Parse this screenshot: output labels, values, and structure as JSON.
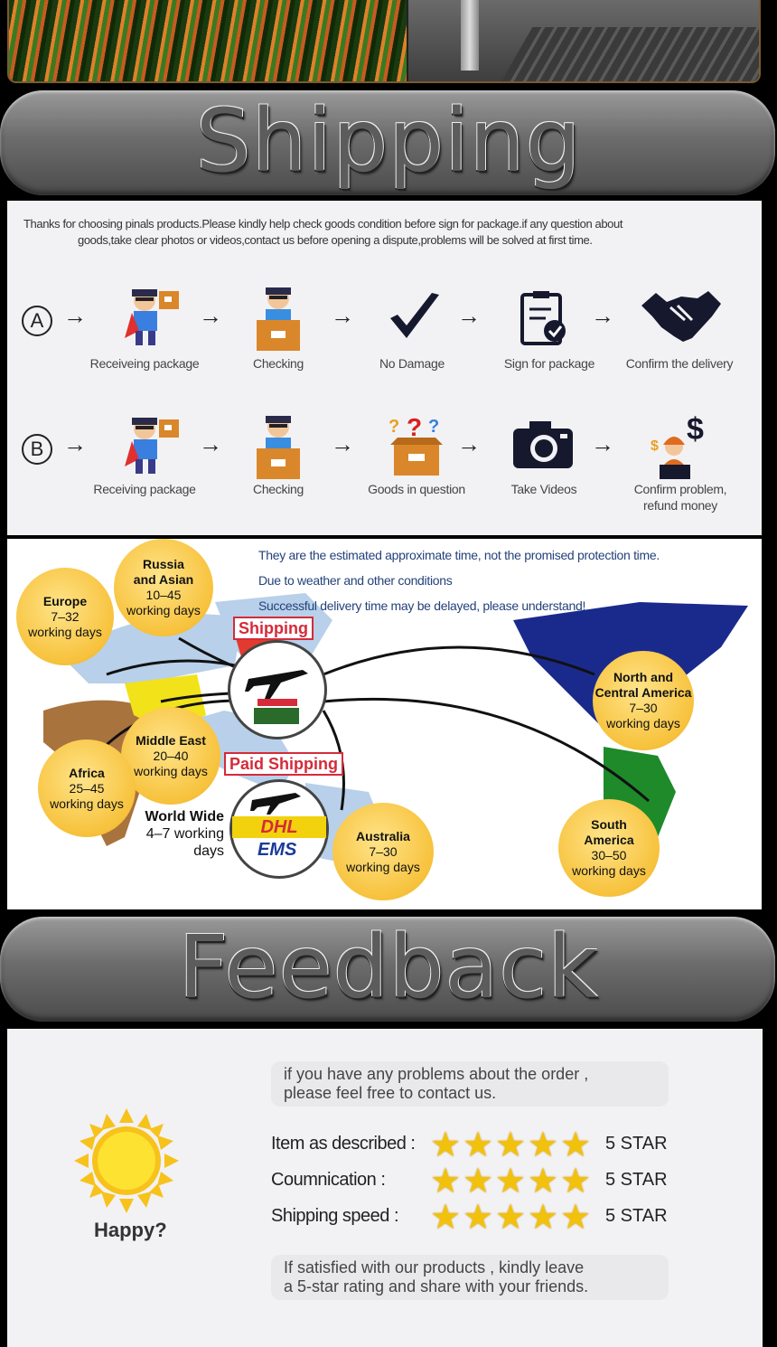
{
  "shipping_banner": {
    "title": "Shipping"
  },
  "feedback_banner": {
    "title": "Feedback"
  },
  "notice": {
    "line1": "Thanks for choosing pinals  products.Please kindly help check goods condition before sign for package.if any question about",
    "line2": "goods,take clear photos or videos,contact us before opening a dispute,problems will be solved at first time."
  },
  "process": {
    "a": {
      "letter": "A",
      "steps": [
        "Receiveing package",
        "Checking",
        "No Damage",
        "Sign for package",
        "Confirm the delivery"
      ]
    },
    "b": {
      "letter": "B",
      "steps": [
        "Receiving package",
        "Checking",
        "Goods in question",
        "Take Videos",
        "Confirm problem,",
        "refund money"
      ]
    }
  },
  "map": {
    "notes": [
      "They are the estimated approximate time, not the promised protection time.",
      "Due to weather and other conditions",
      "Successful delivery time may be delayed, please understand!"
    ],
    "tags": {
      "shipping": "Shipping",
      "paid": "Paid Shipping"
    },
    "regions": {
      "russia": [
        "Russia",
        "and Asian",
        "10–45",
        "working days"
      ],
      "europe": [
        "Europe",
        "7–32",
        "working days"
      ],
      "middle_east": [
        "Middle East",
        "20–40",
        "working days"
      ],
      "africa": [
        "Africa",
        "25–45",
        "working days"
      ],
      "north_america": [
        "North and",
        "Central America",
        "7–30",
        "working days"
      ],
      "south_america": [
        "South",
        "America",
        "30–50",
        "working days"
      ],
      "australia": [
        "Australia",
        "7–30",
        "working days"
      ]
    },
    "worldwide": [
      "World Wide",
      "4–7 working",
      "days"
    ],
    "carriers": {
      "dhl": "DHL",
      "ems": "EMS"
    }
  },
  "feedback": {
    "top_note": [
      "if you have any problems about the order ,",
      "please feel free to contact us."
    ],
    "happy": "Happy?",
    "ratings": [
      {
        "label": "Item as described :",
        "stars": 5,
        "score": "5 STAR"
      },
      {
        "label": "Coumnication :",
        "stars": 5,
        "score": "5 STAR"
      },
      {
        "label": "Shipping speed :",
        "stars": 5,
        "score": "5 STAR"
      }
    ],
    "bottom_note": [
      "If satisfied with our products , kindly leave",
      "a 5-star rating and share with your friends."
    ]
  },
  "colors": {
    "accent_red": "#d52b3a",
    "bubble_yellow": "#f7c23c",
    "note_blue": "#24427a",
    "star": "#f2c10c"
  }
}
